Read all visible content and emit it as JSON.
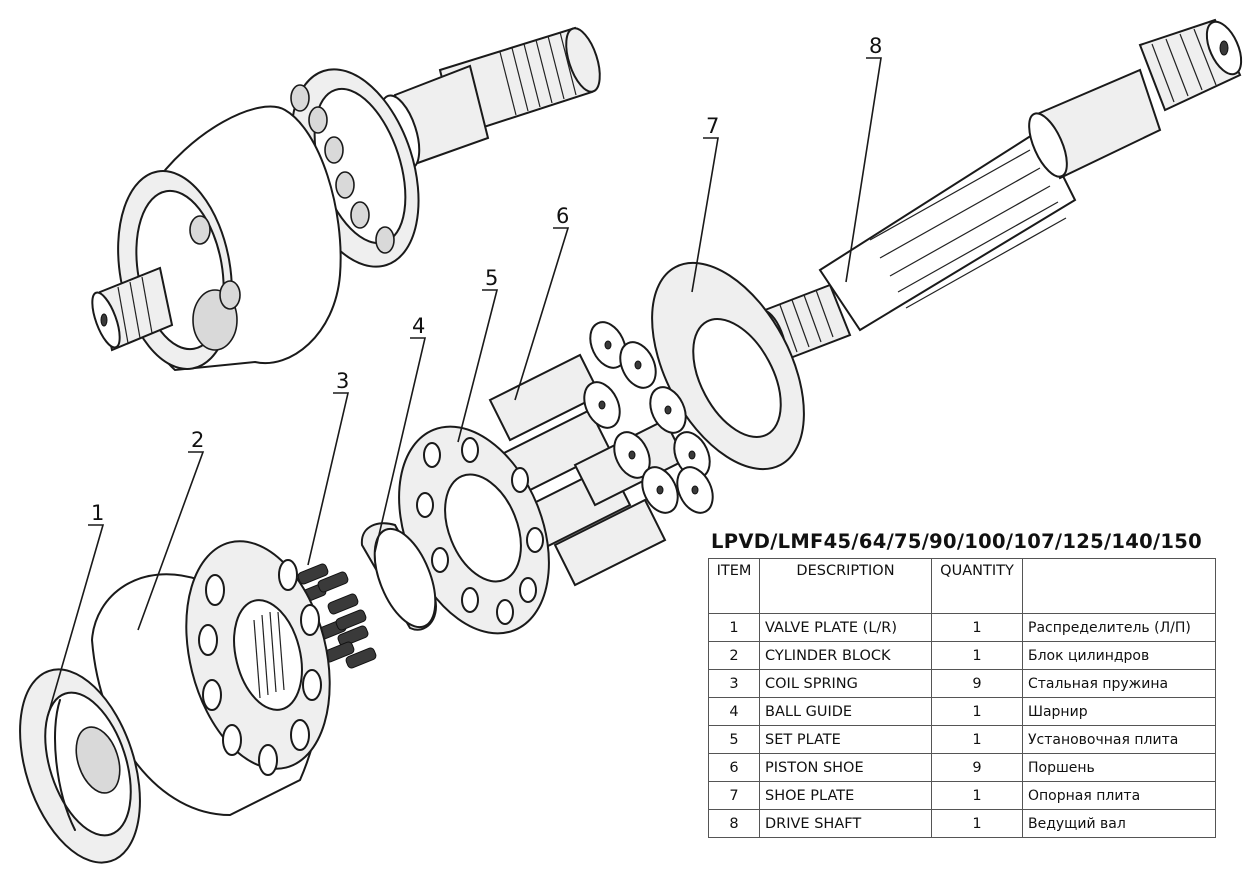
{
  "callouts": [
    "1",
    "2",
    "3",
    "4",
    "5",
    "6",
    "7",
    "8"
  ],
  "table": {
    "title": "LPVD/LMF45/64/75/90/100/107/125/140/150",
    "headers": [
      "ITEM",
      "DESCRIPTION",
      "QUANTITY",
      ""
    ],
    "rows": [
      {
        "item": "1",
        "description": "VALVE  PLATE (L/R)",
        "quantity": "1",
        "russian": "Распределитель (Л/П)"
      },
      {
        "item": "2",
        "description": "CYLINDER  BLOCK",
        "quantity": "1",
        "russian": "Блок цилиндров"
      },
      {
        "item": "3",
        "description": "COIL  SPRING",
        "quantity": "9",
        "russian": "Стальная пружина"
      },
      {
        "item": "4",
        "description": "BALL GUIDE",
        "quantity": "1",
        "russian": "Шарнир"
      },
      {
        "item": "5",
        "description": "SET  PLATE",
        "quantity": "1",
        "russian": "Установочная плита"
      },
      {
        "item": "6",
        "description": "PISTON  SHOE",
        "quantity": "9",
        "russian": "Поршень"
      },
      {
        "item": "7",
        "description": "SHOE  PLATE",
        "quantity": "1",
        "russian": "Опорная плита"
      },
      {
        "item": "8",
        "description": "DRIVE SHAFT",
        "quantity": "1",
        "russian": "Ведущий вал"
      }
    ]
  }
}
